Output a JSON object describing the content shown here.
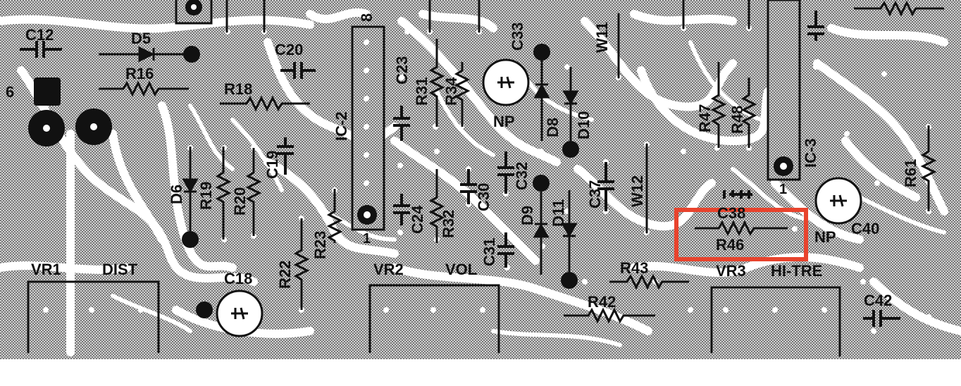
{
  "board": {
    "labels": {
      "c12": "C12",
      "d5": "D5",
      "r16": "R16",
      "r18": "R18",
      "c20": "C20",
      "num6": "6",
      "num8": "8",
      "num1a": "1",
      "num1b": "1",
      "c23": "C23",
      "ic2": "IC-2",
      "r31": "R31",
      "r34": "R34",
      "c33": "C33",
      "np1": "NP",
      "d8": "D8",
      "d10": "D10",
      "w11": "W11",
      "r47": "R47",
      "r48": "R48",
      "ic3": "IC-3",
      "r61": "R61",
      "d6": "D6",
      "r19": "R19",
      "r20": "R20",
      "c19": "C19",
      "c24": "C24",
      "r32": "R32",
      "c30": "C30",
      "c32": "C32",
      "d9": "D9",
      "d11": "D11",
      "c37": "C37",
      "w12": "W12",
      "c38": "C38",
      "r46": "R46",
      "np2": "NP",
      "c40": "C40",
      "r23": "R23",
      "r22": "R22",
      "c18": "C18",
      "c31": "C31",
      "r43": "R43",
      "r42": "R42",
      "c42": "C42",
      "vr1": "VR1",
      "dist": "DIST",
      "vr2": "VR2",
      "vol": "VOL",
      "vr3": "VR3",
      "hitre": "HI-TRE"
    },
    "highlight_color": "#e8432d",
    "copper_color": "#9a9a9a"
  }
}
